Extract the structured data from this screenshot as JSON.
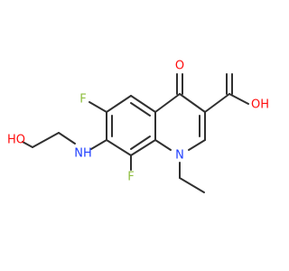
{
  "labels": {
    "oxo_oxygen": "O",
    "acid_oh": "OH",
    "fluorine_6": "F",
    "fluorine_8": "F",
    "ring_nitrogen": "N",
    "amine_nh": "NH",
    "hydroxyl_ho": "HO"
  },
  "colors": {
    "bond": "#303030",
    "oxygen": "#ff0d0d",
    "fluorine": "#8fbf3f",
    "nitrogen": "#1f3fff"
  }
}
